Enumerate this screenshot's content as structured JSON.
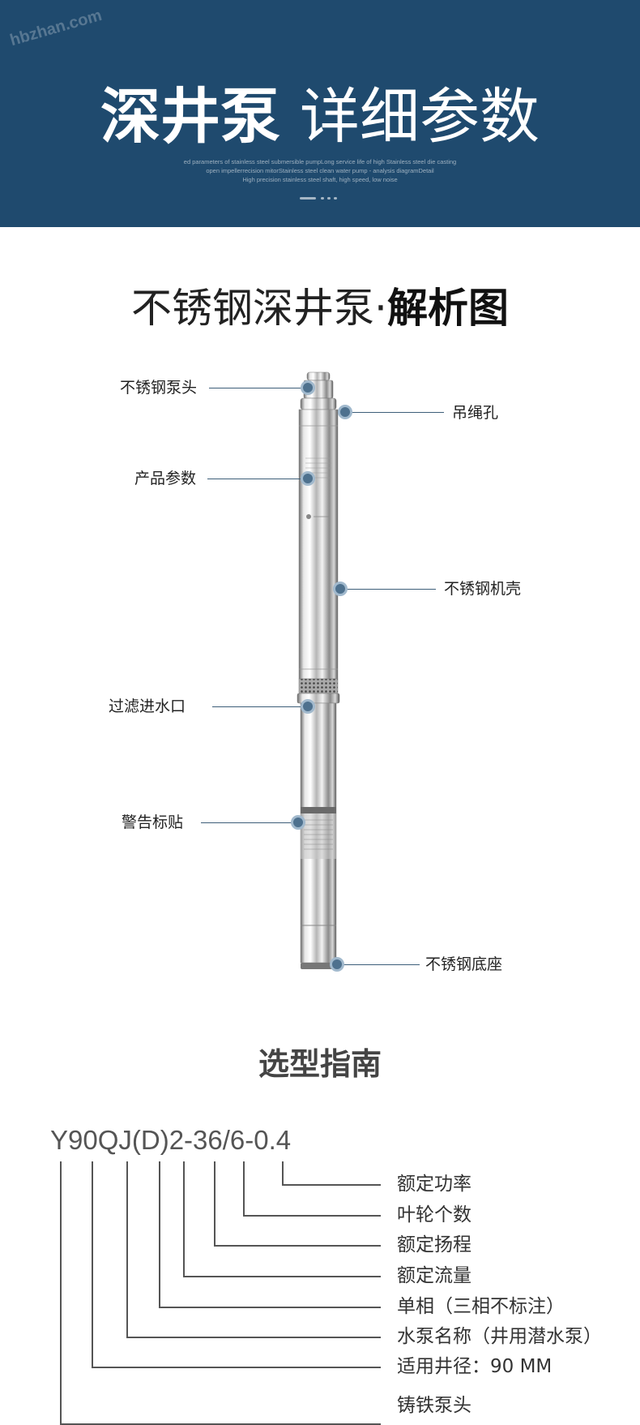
{
  "banner": {
    "watermark": "hbzhan.com",
    "title_bold": "深井泵",
    "title_light": "详细参数",
    "subtitle_lines": [
      "ed parameters of stainless steel submersible pumpLong service life of high Stainless steel die casting",
      "open impellerrecision mitorStainless steel clean water pump - analysis diagramDetail",
      "High precision stainless steel shaft, high speed, low noise"
    ]
  },
  "anatomy": {
    "title_normal": "不锈钢深井泵·",
    "title_bold": "解析图",
    "callouts": {
      "pump_head": "不锈钢泵头",
      "rope_hole": "吊绳孔",
      "product_params": "产品参数",
      "casing": "不锈钢机壳",
      "filter_inlet": "过滤进水口",
      "warning_label": "警告标贴",
      "base": "不锈钢底座"
    }
  },
  "guide": {
    "title": "选型指南",
    "model_code": "Y90QJ(D)2-36/6-0.4",
    "labels": [
      "额定功率",
      "叶轮个数",
      "额定扬程",
      "额定流量",
      "单相（三相不标注）",
      "水泵名称（井用潜水泵）",
      "适用井径：90 MM",
      "铸铁泵头"
    ]
  },
  "colors": {
    "banner_bg": "#1f4a6e",
    "callout_dot": "#4e718e",
    "callout_line": "#3d5e79"
  }
}
